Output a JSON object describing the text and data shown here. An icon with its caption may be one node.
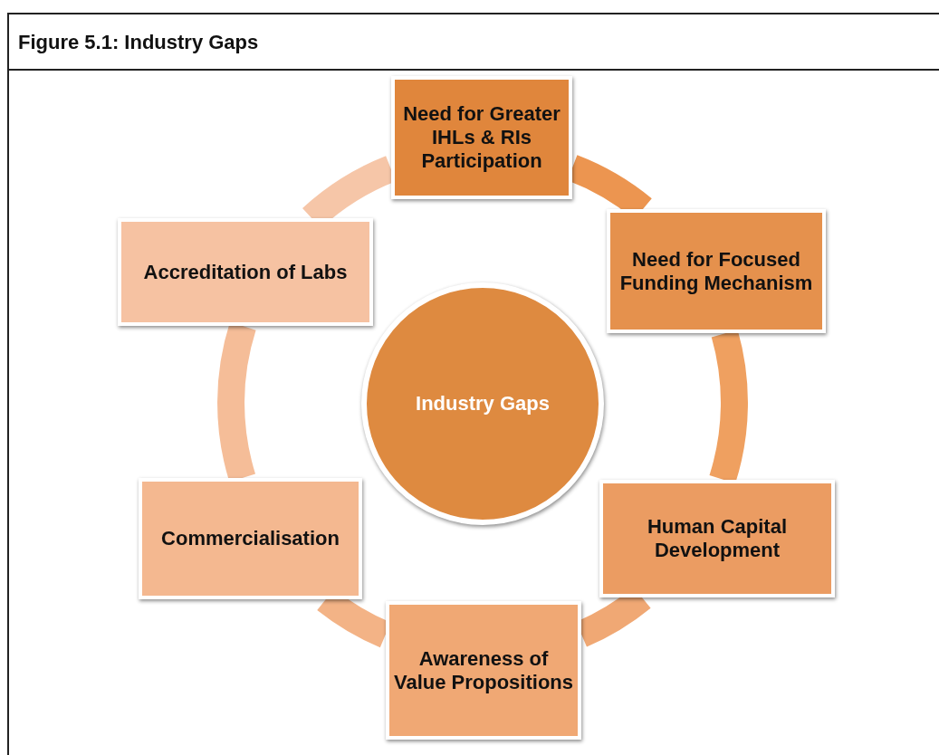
{
  "diagram": {
    "title": "Figure 5.1: Industry Gaps",
    "nodes": [
      {
        "text": [
          "Industry Gaps"
        ]
      },
      {
        "text": [
          "Need for Greater IHLs & RIs Participation"
        ]
      },
      {
        "text": [
          "Need for Focused Funding Mechanism"
        ]
      },
      {
        "text": [
          "Human Capital Development"
        ]
      },
      {
        "text": [
          "Awareness of Value Propositions"
        ]
      },
      {
        "text": [
          "Commercialisation"
        ]
      },
      {
        "text": [
          "Accreditation of Labs"
        ]
      }
    ],
    "edges": [
      {
        "from": 1,
        "to": 2,
        "arrow": "none"
      },
      {
        "from": 2,
        "to": 3,
        "arrow": "none"
      },
      {
        "from": 3,
        "to": 4,
        "arrow": "none"
      },
      {
        "from": 4,
        "to": 5,
        "arrow": "none"
      },
      {
        "from": 5,
        "to": 6,
        "arrow": "none"
      },
      {
        "from": 6,
        "to": 1,
        "arrow": "none"
      }
    ]
  }
}
